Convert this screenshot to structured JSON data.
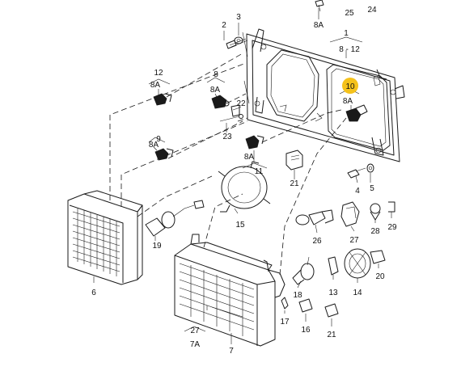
{
  "callouts": {
    "c1": "1",
    "c1_sub": "8 - 12",
    "c2": "2",
    "c3": "3",
    "c4": "4",
    "c5": "5",
    "c6": "6",
    "c7": "7",
    "c8": "8",
    "c8a_8": "8A",
    "c8a_top": "8A",
    "c9": "9",
    "c9_8a": "8A",
    "c10": "10",
    "c10_8a": "8A",
    "c11": "11",
    "c11_8a": "8A",
    "c12": "12",
    "c12_8a": "8A",
    "c13": "13",
    "c14": "14",
    "c15": "15",
    "c16": "16",
    "c17": "17",
    "c18": "18",
    "c19": "19",
    "c20": "20",
    "c21a": "21",
    "c21b": "21",
    "c22": "22",
    "c23": "23",
    "c24": "24",
    "c25": "25",
    "c26": "26",
    "c27a": "27",
    "c27b": "27",
    "c27_7a": "7A",
    "c28": "28",
    "c29": "29"
  },
  "colors": {
    "highlight": "#f5c21b",
    "line": "#1a1a1a"
  }
}
